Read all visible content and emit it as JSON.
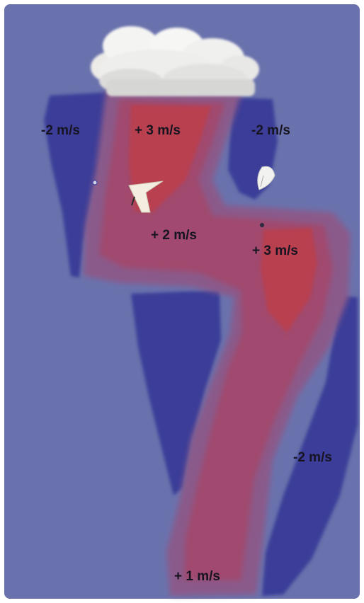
{
  "labels": {
    "top_left": "-2 m/s",
    "top_center": "+ 3 m/s",
    "top_right": "-2 m/s",
    "middle_center": "+ 2 m/s",
    "middle_right": "+ 3 m/s",
    "lower_right": "-2 m/s",
    "bottom": "+ 1 m/s"
  },
  "colors": {
    "background": "#6a72ad",
    "sink": "#3a3e98",
    "lift_outer": "#8a5a8a",
    "lift_mid": "#a14a6e",
    "lift_core": "#b8414f",
    "text": "#161420",
    "cloud": "#f2f2f0",
    "glider": "#f4eee0"
  },
  "icons": {
    "cloud": "cloud-icon",
    "hang_glider": "hang-glider-icon",
    "paraglider": "paraglider-icon"
  }
}
